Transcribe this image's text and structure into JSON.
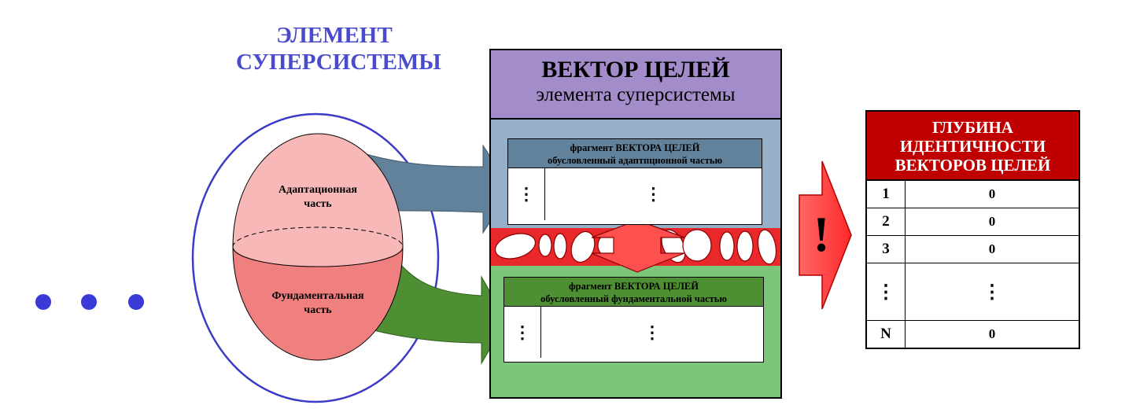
{
  "supersystem": {
    "title_line1": "ЭЛЕМЕНТ",
    "title_line2": "СУПЕРСИСТЕМЫ",
    "adaptive_part_line1": "Адаптационная",
    "adaptive_part_line2": "часть",
    "fundamental_part_line1": "Фундаментальная",
    "fundamental_part_line2": "часть",
    "ellipsis": "• • •"
  },
  "goal_vector": {
    "title": "ВЕКТОР ЦЕЛЕЙ",
    "subtitle": "элемента суперсистемы",
    "adaptive_fragment": {
      "line1": "фрагмент ВЕКТОРА ЦЕЛЕЙ",
      "line2": "обусловленный адаптпционной частью",
      "cell1": "⋮",
      "cell2": "⋮"
    },
    "fundamental_fragment": {
      "line1": "фрагмент ВЕКТОРА ЦЕЛЕЙ",
      "line2": "обусловленный фундаментальной частью",
      "cell1": "⋮",
      "cell2": "⋮"
    }
  },
  "warning_arrow": {
    "symbol": "!"
  },
  "depth_table": {
    "title_line1": "ГЛУБИНА",
    "title_line2": "ИДЕНТИЧНОСТИ",
    "title_line3": "ВЕКТОРОВ ЦЕЛЕЙ",
    "rows": [
      {
        "index": "1",
        "value": "0"
      },
      {
        "index": "2",
        "value": "0"
      },
      {
        "index": "3",
        "value": "0"
      },
      {
        "index": "⋮",
        "value": "⋮"
      },
      {
        "index": "N",
        "value": "0"
      }
    ]
  },
  "colors": {
    "title_blue": "#4a4acc",
    "vector_header": "#a28dca",
    "adaptive_zone": "#96b0c8",
    "fundamental_zone": "#7cc67c",
    "adaptive_arrow": "#62819a",
    "fundamental_arrow": "#4d8f32",
    "egg_top": "#f9b8b8",
    "egg_bottom": "#f08080",
    "wall_red": "#e8282b",
    "double_arrow": "#ff5050",
    "table_header": "#c00000"
  }
}
